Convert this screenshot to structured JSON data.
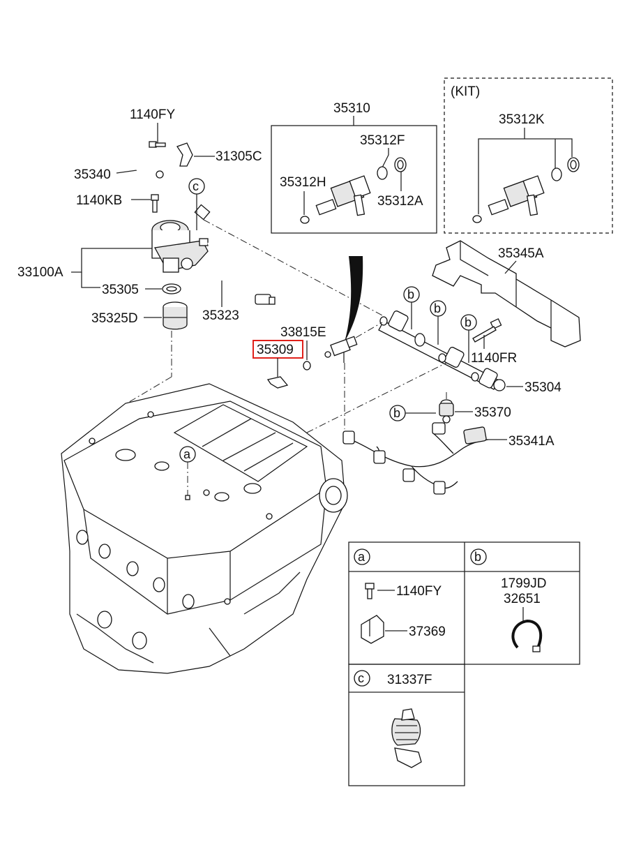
{
  "labels": {
    "p1140FY_top": "1140FY",
    "p31305C": "31305C",
    "p35340": "35340",
    "p1140KB": "1140KB",
    "p33100A": "33100A",
    "p35305": "35305",
    "p35325D": "35325D",
    "p35323": "35323",
    "p35310": "35310",
    "p35312F": "35312F",
    "p35312H": "35312H",
    "p35312A": "35312A",
    "kit": "(KIT)",
    "p35312K": "35312K",
    "p35345A": "35345A",
    "p33815E": "33815E",
    "p35309": "35309",
    "p1140FR": "1140FR",
    "p35304": "35304",
    "p35370": "35370",
    "p35341A": "35341A"
  },
  "callouts": {
    "a": "a",
    "b": "b",
    "c": "c"
  },
  "legend": {
    "a": {
      "letter": "a",
      "parts": [
        "1140FY",
        "37369"
      ]
    },
    "b": {
      "letter": "b",
      "parts": [
        "1799JD",
        "32651"
      ]
    },
    "c": {
      "letter": "c",
      "parts": [
        "31337F"
      ]
    }
  },
  "highlight_color": "#e0201a"
}
